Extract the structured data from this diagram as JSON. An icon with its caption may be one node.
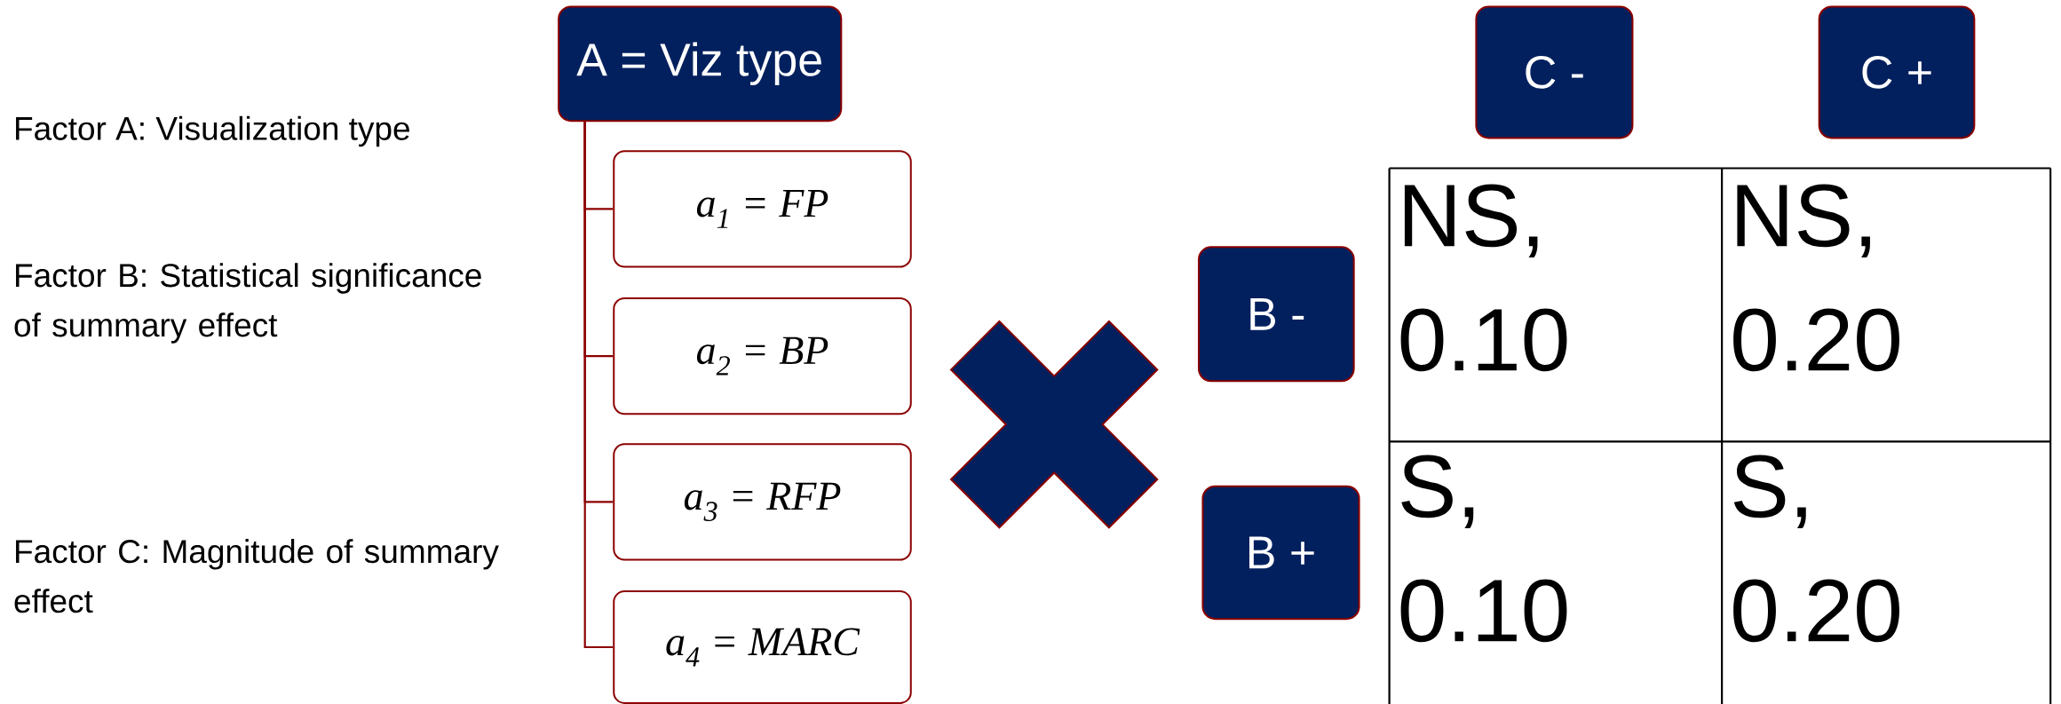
{
  "diagram": {
    "nodes": [
      {
        "text": [
          "A = Viz type"
        ]
      },
      {
        "text": [
          "a$_{1}$ = FP"
        ]
      },
      {
        "text": [
          "a$_{2}$ = BP"
        ]
      },
      {
        "text": [
          "a$_{3}$ = RFP"
        ]
      },
      {
        "text": [
          "a$_{4}$ = MARC"
        ]
      },
      {
        "text": [
          "C -"
        ]
      },
      {
        "text": [
          "C +"
        ]
      },
      {
        "text": [
          "B -"
        ]
      },
      {
        "text": [
          "B +"
        ]
      }
    ],
    "edges": [
      {
        "from": 0,
        "to": 1,
        "arrow": "none"
      },
      {
        "from": 0,
        "to": 2,
        "arrow": "none"
      },
      {
        "from": 0,
        "to": 3,
        "arrow": "none"
      },
      {
        "from": 0,
        "to": 4,
        "arrow": "none"
      }
    ],
    "labels": [
      "Factor A: Visualization type",
      "Factor B: Statistical significance of summary effect",
      "Factor C: Magnitude of summary effect",
      "NS, 0.10",
      "NS, 0.20",
      "S, 0.10",
      "S, 0.20"
    ]
  }
}
